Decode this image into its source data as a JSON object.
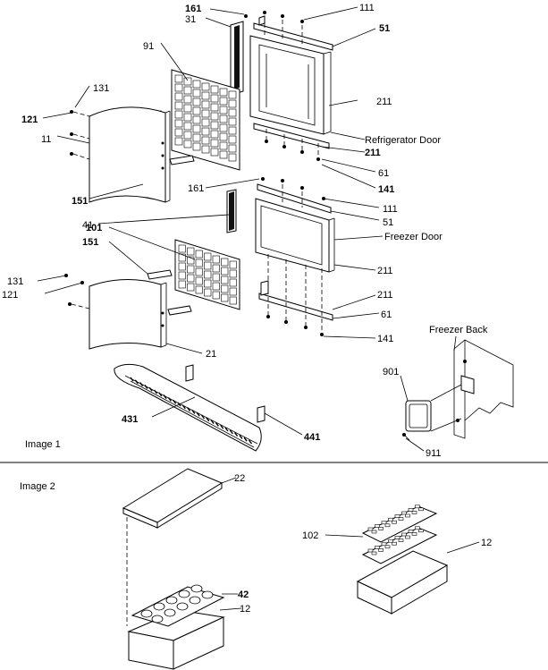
{
  "image1": {
    "caption": "Image 1",
    "labels": {
      "l161a": "161",
      "l111a": "111",
      "l31": "31",
      "l51a": "51",
      "l91": "91",
      "l131a": "131",
      "l121a": "121",
      "l11": "11",
      "l211a": "211",
      "refdoor": "Refrigerator Door",
      "l211b": "211",
      "l61a": "61",
      "l141a": "141",
      "l151a": "151",
      "l161b": "161",
      "l111b": "111",
      "l41": "41",
      "l51b": "51",
      "l101": "101",
      "freezerdoor": "Freezer Door",
      "l151b": "151",
      "l211c": "211",
      "l131b": "131",
      "l121b": "121",
      "l211d": "211",
      "l61b": "61",
      "l141b": "141",
      "l21": "21",
      "freezerback": "Freezer Back",
      "l901": "901",
      "l431": "431",
      "l441": "441",
      "l911": "911"
    }
  },
  "image2": {
    "caption": "Image 2",
    "labels": {
      "l22": "22",
      "l42": "42",
      "l12a": "12",
      "l102": "102",
      "l12b": "12"
    }
  }
}
